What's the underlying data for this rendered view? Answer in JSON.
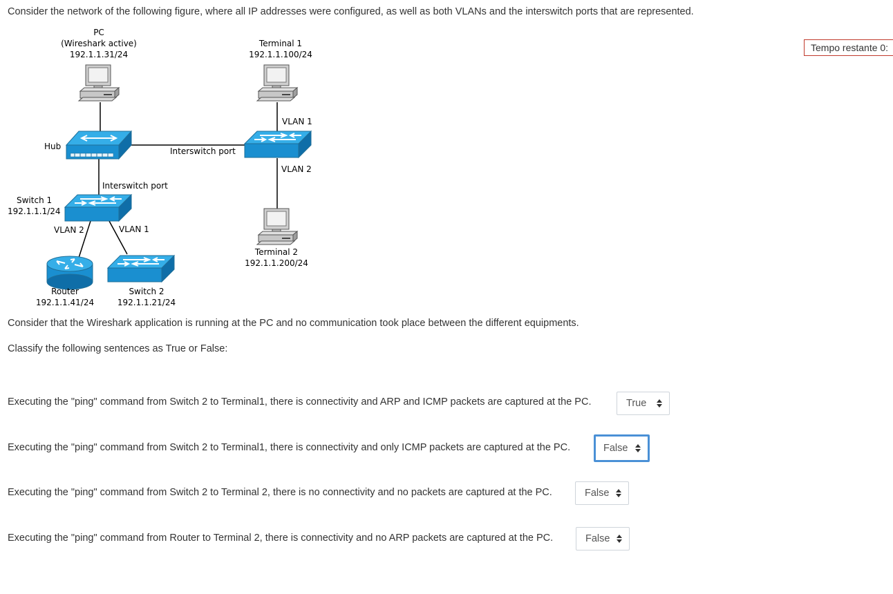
{
  "intro": "Consider the network of the following figure, where all IP addresses were configured, as well as both VLANs and the interswitch ports that are represented.",
  "timer": {
    "label": "Tempo restante 0:"
  },
  "figure": {
    "pc": {
      "line1": "PC",
      "line2": "(Wireshark active)",
      "line3": "192.1.1.31/24"
    },
    "terminal1": {
      "line1": "Terminal 1",
      "line2": "192.1.1.100/24"
    },
    "terminal2": {
      "line1": "Terminal 2",
      "line2": "192.1.1.200/24"
    },
    "hub": {
      "label": "Hub"
    },
    "switch1": {
      "line1": "Switch 1",
      "line2": "192.1.1.1/24"
    },
    "switch2": {
      "line1": "Switch 2",
      "line2": "192.1.1.21/24"
    },
    "router": {
      "line1": "Router",
      "line2": "192.1.1.41/24"
    },
    "labels": {
      "interswitch_top": "Interswitch port",
      "interswitch_left": "Interswitch port",
      "vlan1_top": "VLAN 1",
      "vlan2_right": "VLAN 2",
      "vlan2_left": "VLAN 2",
      "vlan1_left": "VLAN 1"
    }
  },
  "para1": "Consider that the Wireshark application is running at the PC and no communication took place between the different equipments.",
  "para2": "Classify the following sentences as True or False:",
  "questions": [
    {
      "text": "Executing the \"ping\" command from Switch 2 to Terminal1, there is connectivity and ARP and ICMP packets are captured at the PC.",
      "answer": "True"
    },
    {
      "text": "Executing the \"ping\" command from Switch 2 to Terminal1, there is connectivity and only ICMP packets are captured at the PC.",
      "answer": "False"
    },
    {
      "text": "Executing the \"ping\" command from Switch 2 to Terminal 2, there is no connectivity and no packets are captured at the PC.",
      "answer": "False"
    },
    {
      "text": "Executing the \"ping\" command from Router to Terminal 2, there is connectivity and no ARP packets are captured at the PC.",
      "answer": "False"
    }
  ]
}
